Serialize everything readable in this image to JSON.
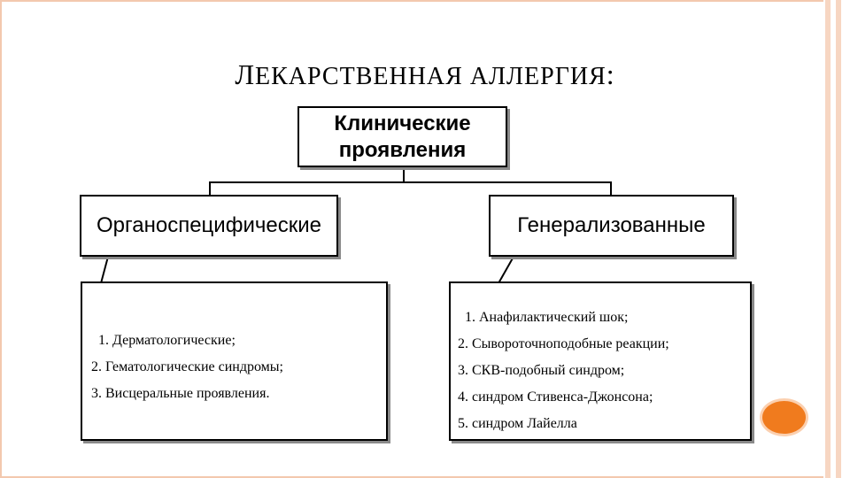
{
  "title": {
    "first_letter": "Л",
    "rest": "ЕКАРСТВЕННАЯ АЛЛЕРГИЯ",
    "colon": ":"
  },
  "root": {
    "line1": "Клинические",
    "line2": "проявления"
  },
  "left_box": {
    "label": "Органоспецифические"
  },
  "right_box": {
    "label": "Генерализованные"
  },
  "left_list": [
    "1.  Дерматологические;",
    "2. Гематологические   синдромы;",
    "3. Висцеральные проявления."
  ],
  "right_list": [
    "1. Анафилактический шок;",
    "2. Сывороточноподобные реакции;",
    "3. СКВ-подобный синдром;",
    "4. синдром Стивенса-Джонсона;",
    "5. синдром Лайелла"
  ],
  "colors": {
    "frame": "#f3c8ae",
    "accent": "#f07b1e",
    "shadow": "#8a8a8a"
  }
}
